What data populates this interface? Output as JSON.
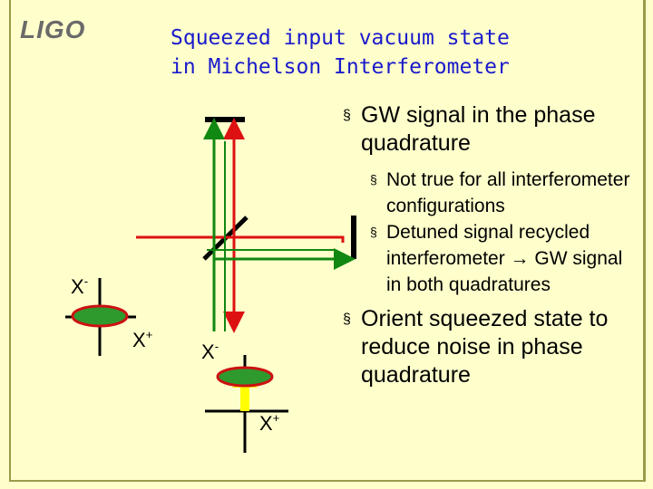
{
  "logo": "LIGO",
  "title": {
    "line1": "Squeezed input vacuum state",
    "line2": "in Michelson Interferometer"
  },
  "bullets": [
    {
      "text": "GW signal in  the phase quadrature"
    },
    {
      "text": "Not true for all interferometer configurations",
      "sub": true
    },
    {
      "text": "Detuned signal recycled interferometer → GW signal in both quadratures",
      "sub": true
    },
    {
      "text": "Orient squeezed state to reduce noise in phase quadrature"
    }
  ],
  "marker": "§",
  "labels": {
    "x": "X",
    "minus": "-",
    "plus": "+"
  },
  "colors": {
    "red_beam": "#dd1111",
    "green_beam": "#118811",
    "yellow_arrow": "#ffff00",
    "ellipse_fill": "#2e9a2e",
    "ellipse_edge": "#cc1111",
    "title": "#1a1acc"
  }
}
